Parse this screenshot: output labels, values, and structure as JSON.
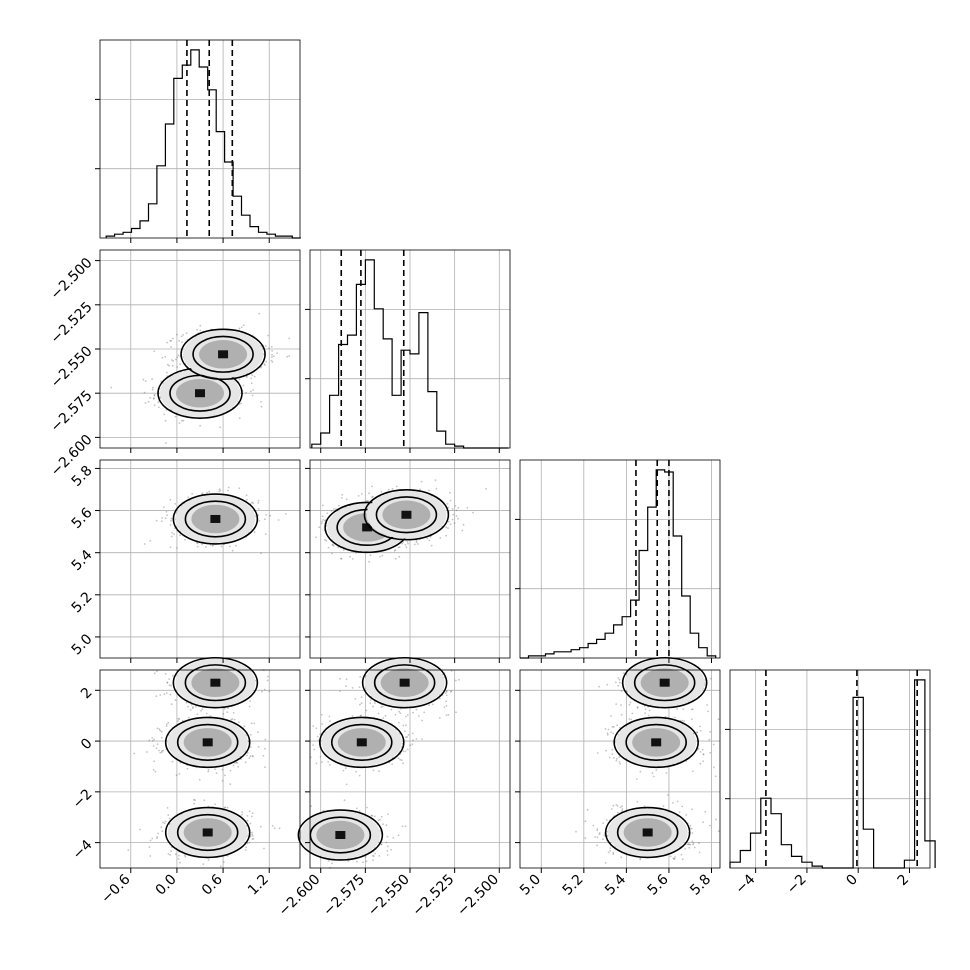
{
  "chart_data": {
    "type": "corner",
    "parameters": 4,
    "grid": true,
    "axes": [
      {
        "index": 0,
        "range": [
          -1.0,
          1.6
        ],
        "ticks": [
          -0.6,
          0.0,
          0.6,
          1.2
        ],
        "tick_labels": [
          "−0.6",
          "0.0",
          "0.6",
          "1.2"
        ]
      },
      {
        "index": 1,
        "range": [
          -2.606,
          -2.494
        ],
        "ticks": [
          -2.6,
          -2.575,
          -2.55,
          -2.525,
          -2.5
        ],
        "tick_labels": [
          "−2.600",
          "−2.575",
          "−2.550",
          "−2.525",
          "−2.500"
        ]
      },
      {
        "index": 2,
        "range": [
          4.9,
          5.84
        ],
        "ticks": [
          5.0,
          5.2,
          5.4,
          5.6,
          5.8
        ],
        "tick_labels": [
          "5.0",
          "5.2",
          "5.4",
          "5.6",
          "5.8"
        ]
      },
      {
        "index": 3,
        "range": [
          -5.0,
          2.8
        ],
        "ticks": [
          -4,
          -2,
          0,
          2
        ],
        "tick_labels": [
          "−4",
          "−2",
          "0",
          "2"
        ]
      }
    ],
    "histograms": [
      {
        "param": 0,
        "bins": [
          -0.92,
          -0.81,
          -0.7,
          -0.59,
          -0.48,
          -0.37,
          -0.26,
          -0.15,
          -0.04,
          0.07,
          0.18,
          0.29,
          0.4,
          0.51,
          0.62,
          0.73,
          0.84,
          0.95,
          1.06,
          1.17,
          1.28,
          1.39,
          1.5
        ],
        "counts": [
          1,
          2,
          3,
          5,
          9,
          18,
          38,
          60,
          84,
          91,
          99,
          90,
          78,
          56,
          40,
          22,
          12,
          6,
          3,
          2,
          1,
          1,
          0
        ],
        "quantiles": [
          0.13,
          0.42,
          0.72
        ]
      },
      {
        "param": 1,
        "bins": [
          -2.605,
          -2.6,
          -2.595,
          -2.59,
          -2.585,
          -2.58,
          -2.575,
          -2.57,
          -2.565,
          -2.56,
          -2.555,
          -2.55,
          -2.545,
          -2.54,
          -2.535,
          -2.53,
          -2.525,
          -2.52,
          -2.515,
          -2.51,
          -2.505,
          -2.5
        ],
        "counts": [
          2,
          8,
          28,
          55,
          60,
          87,
          100,
          74,
          58,
          28,
          52,
          50,
          72,
          30,
          9,
          2,
          1,
          0,
          0,
          0,
          0,
          0
        ],
        "quantiles": [
          -2.5885,
          -2.5775,
          -2.5535
        ]
      },
      {
        "param": 2,
        "bins": [
          4.9,
          4.94,
          4.98,
          5.02,
          5.06,
          5.1,
          5.14,
          5.18,
          5.22,
          5.26,
          5.3,
          5.34,
          5.38,
          5.42,
          5.46,
          5.5,
          5.54,
          5.58,
          5.62,
          5.66,
          5.7,
          5.74,
          5.78
        ],
        "counts": [
          0,
          1,
          1,
          2,
          3,
          3,
          4,
          5,
          7,
          9,
          12,
          16,
          20,
          28,
          52,
          73,
          91,
          90,
          59,
          30,
          12,
          5,
          1
        ],
        "quantiles": [
          5.445,
          5.545,
          5.6
        ]
      },
      {
        "param": 3,
        "bins": [
          -5.0,
          -4.6,
          -4.2,
          -3.8,
          -3.4,
          -3.0,
          -2.6,
          -2.2,
          -1.8,
          -1.4,
          -1.0,
          -0.6,
          -0.2,
          0.2,
          0.6,
          1.0,
          1.4,
          1.8,
          2.2,
          2.6
        ],
        "counts": [
          3,
          9,
          18,
          36,
          28,
          12,
          6,
          3,
          1,
          0,
          0,
          0,
          88,
          20,
          0,
          0,
          0,
          4,
          97,
          14
        ],
        "quantiles": [
          -3.6,
          -0.05,
          2.3
        ]
      }
    ],
    "scatter_panels": [
      {
        "x": 0,
        "y": 1,
        "modes": [
          {
            "cx": 0.3,
            "cy": -2.575
          },
          {
            "cx": 0.6,
            "cy": -2.553
          }
        ]
      },
      {
        "x": 0,
        "y": 2,
        "modes": [
          {
            "cx": 0.5,
            "cy": 5.56
          }
        ]
      },
      {
        "x": 1,
        "y": 2,
        "modes": [
          {
            "cx": -2.574,
            "cy": 5.52
          },
          {
            "cx": -2.552,
            "cy": 5.58
          }
        ]
      },
      {
        "x": 0,
        "y": 3,
        "modes": [
          {
            "cx": 0.5,
            "cy": 2.3
          },
          {
            "cx": 0.4,
            "cy": -0.05
          },
          {
            "cx": 0.4,
            "cy": -3.6
          }
        ]
      },
      {
        "x": 1,
        "y": 3,
        "modes": [
          {
            "cx": -2.553,
            "cy": 2.3
          },
          {
            "cx": -2.577,
            "cy": -0.05
          },
          {
            "cx": -2.589,
            "cy": -3.7
          }
        ]
      },
      {
        "x": 2,
        "y": 3,
        "modes": [
          {
            "cx": 5.58,
            "cy": 2.3
          },
          {
            "cx": 5.54,
            "cy": -0.05
          },
          {
            "cx": 5.5,
            "cy": -3.6
          }
        ]
      }
    ]
  }
}
